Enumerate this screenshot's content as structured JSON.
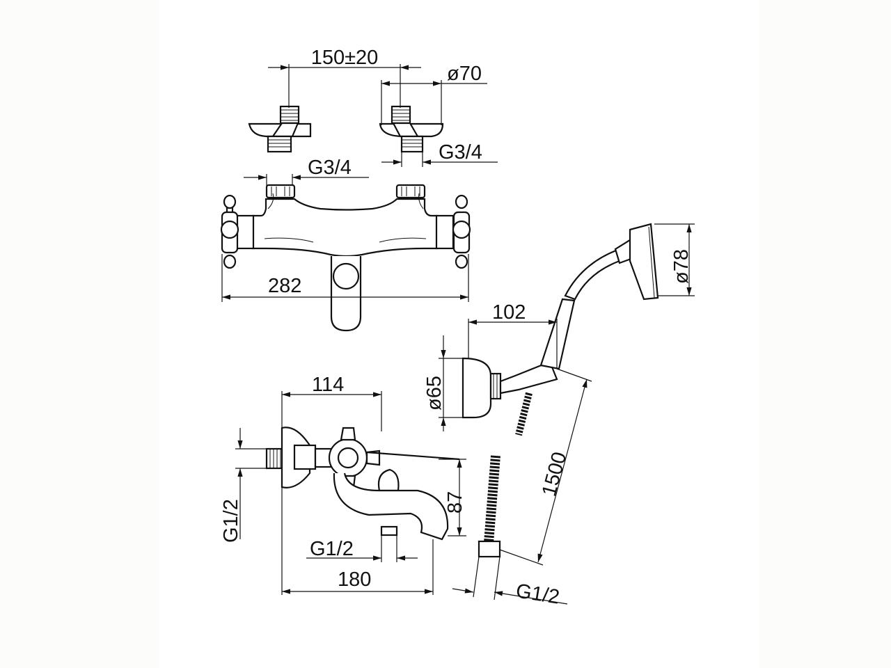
{
  "drawing": {
    "title": "Thermostatic bath mixer technical drawing",
    "dimensions": {
      "connector_spacing": "150±20",
      "flange_diameter": "ø70",
      "connector_thread_right": "G3/4",
      "connector_thread_top": "G3/4",
      "overall_width": "282",
      "handshower_projection": "102",
      "handshower_head_diameter": "ø78",
      "wall_bracket_diameter": "ø65",
      "body_depth": "114",
      "hose_length": "1500",
      "spout_height": "87",
      "inlet_thread": "G1/2",
      "spout_outlet_thread": "G1/2",
      "spout_projection": "180",
      "hose_thread": "G1/2"
    }
  }
}
